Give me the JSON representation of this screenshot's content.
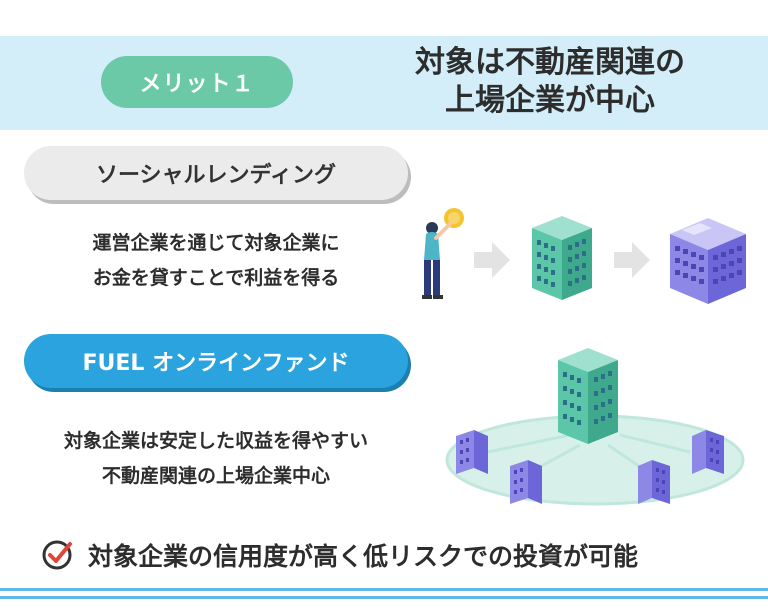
{
  "merit": {
    "label": "メリット１"
  },
  "headline": {
    "line1": "対象は不動産関連の",
    "line2": "上場企業が中心"
  },
  "social_lending": {
    "label": "ソーシャルレンディング",
    "desc_line1": "運営企業を通じて対象企業に",
    "desc_line2": "お金を貸すことで利益を得る"
  },
  "fuel": {
    "label": "FUEL オンラインファンド",
    "desc_line1": "対象企業は安定した収益を得やすい",
    "desc_line2": "不動産関連の上場企業中心"
  },
  "conclusion": {
    "text": "対象企業の信用度が高く低リスクでの投資が可能",
    "icon": "check-circle-icon"
  },
  "colors": {
    "merit_green": "#6cc9a8",
    "band_blue": "#d3eef8",
    "fuel_blue": "#2aa3de",
    "accent_red": "#e0453a"
  }
}
